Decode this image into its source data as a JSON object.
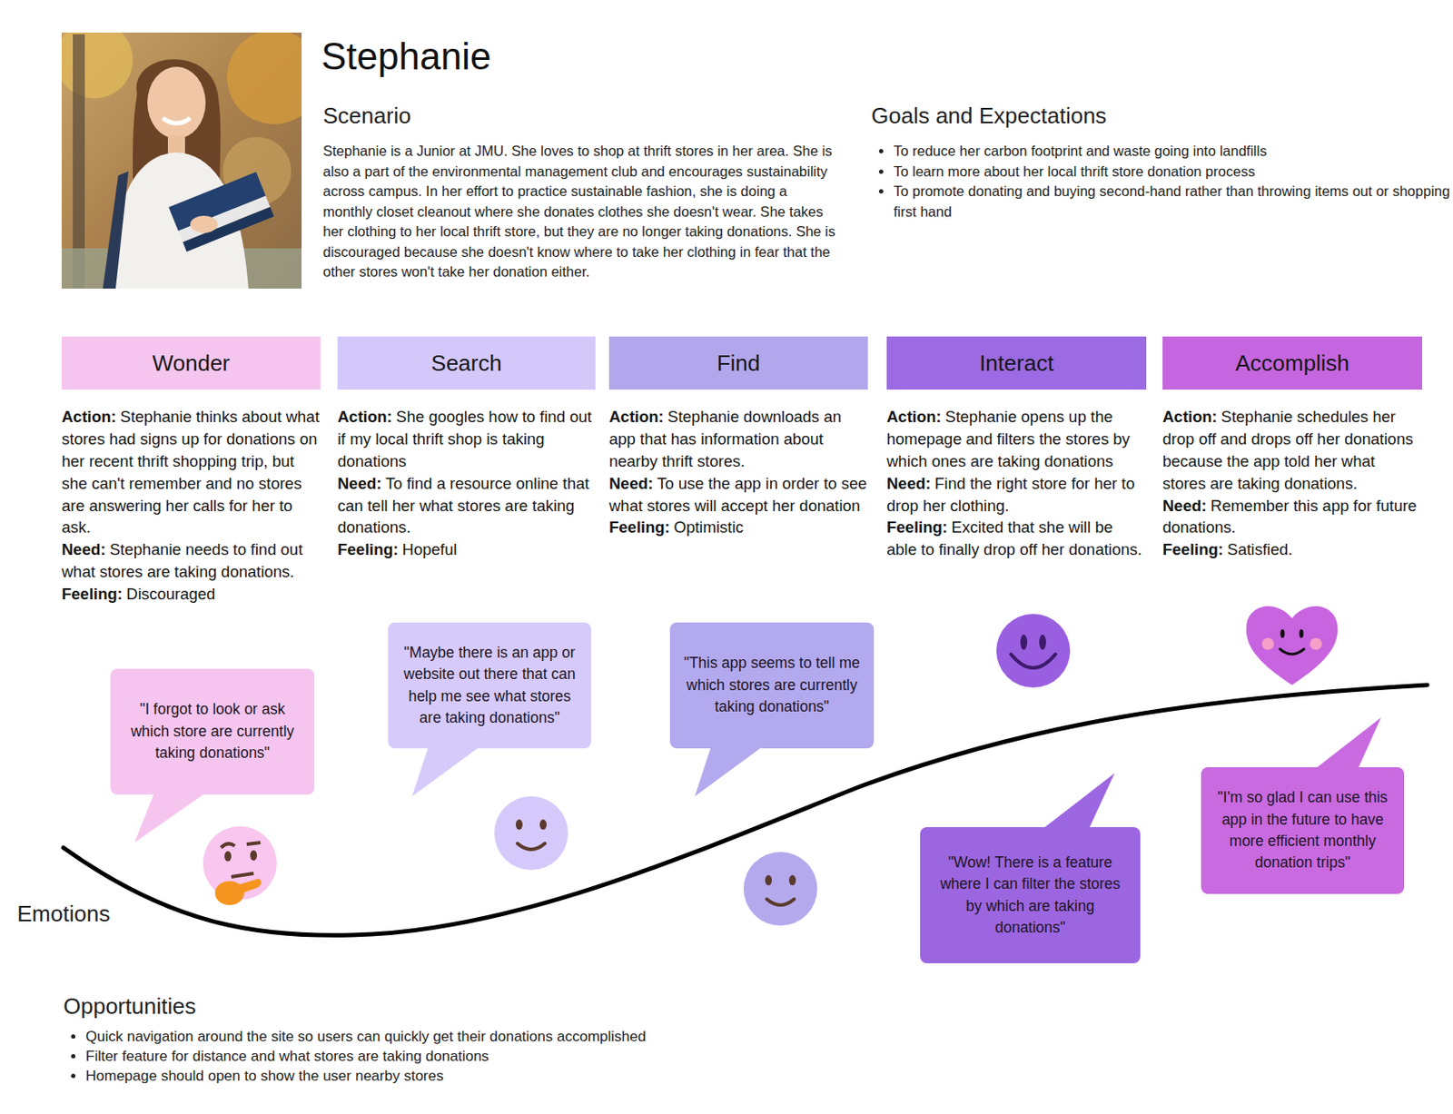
{
  "diagram": {
    "title": "Stephanie",
    "nodes": [
      {
        "text": [
          "Wonder"
        ]
      },
      {
        "text": [
          "Search"
        ]
      },
      {
        "text": [
          "Find"
        ]
      },
      {
        "text": [
          "Interact"
        ]
      },
      {
        "text": [
          "Accomplish"
        ]
      },
      {
        "text": [
          "\"I forgot to look or ask which store are currently taking donations\""
        ]
      },
      {
        "text": [
          "\"Maybe there is an app or website out there that can help me see what stores are taking donations\""
        ]
      },
      {
        "text": [
          "\"This app seems to tell me which stores are currently taking donations\""
        ]
      },
      {
        "text": [
          "\"Wow! There is a feature where I can filter the stores by which are taking donations\""
        ]
      },
      {
        "text": [
          "\"I'm so glad I can use this app in the future to have more efficient monthly donation trips\""
        ]
      }
    ],
    "labels": [
      "Scenario",
      "Stephanie is a Junior at JMU. She loves to shop at thrift stores in her area. She is also a part of the environmental management club and encourages sustainability across campus. In her effort to practice sustainable fashion, she is doing a monthly closet cleanout where she donates clothes she doesn't wear. She takes her clothing to her local thrift store, but they are no longer taking donations. She is discouraged because she doesn't know where to take her clothing in fear that the other stores won't take her donation either.",
      "Goals and Expectations",
      "To reduce her carbon footprint and waste going into landfills",
      "To learn more about her local thrift store donation process",
      "To promote donating and buying second-hand rather than throwing items out or shopping first hand",
      "Action:",
      "Stephanie thinks about what stores had signs up for donations on her recent thrift shopping trip, but she can't remember and no stores are answering her calls for her to ask.",
      "Need:",
      "Stephanie needs to find out what stores are taking donations.",
      "Feeling:",
      "Discouraged",
      "Action:",
      "She googles how to find out if my local thrift shop is taking donations",
      "Need:",
      "To find a resource online that can tell her what stores are taking donations.",
      "Feeling:",
      "Hopeful",
      "Action:",
      "Stephanie downloads an app that has information about nearby thrift stores.",
      "Need:",
      "To use the app in order to see what stores will accept her donation",
      "Feeling:",
      "Optimistic",
      "Action:",
      "Stephanie opens up the homepage and filters the stores by which ones are taking donations",
      "Need:",
      "Find the right store for her to drop her clothing.",
      "Feeling:",
      "Excited that she will be able to finally drop off her donations.",
      "Action:",
      "Stephanie schedules her drop off and drops off her donations because the app told her what stores are taking donations.",
      "Need:",
      "Remember this app for future donations.",
      "Feeling:",
      "Satisfied.",
      "Emotions",
      "Opportunities",
      "Quick navigation around the site so users can quickly get their donations accomplished",
      "Filter feature for distance and what stores are taking donations",
      "Homepage should open to show the user nearby stores"
    ]
  }
}
